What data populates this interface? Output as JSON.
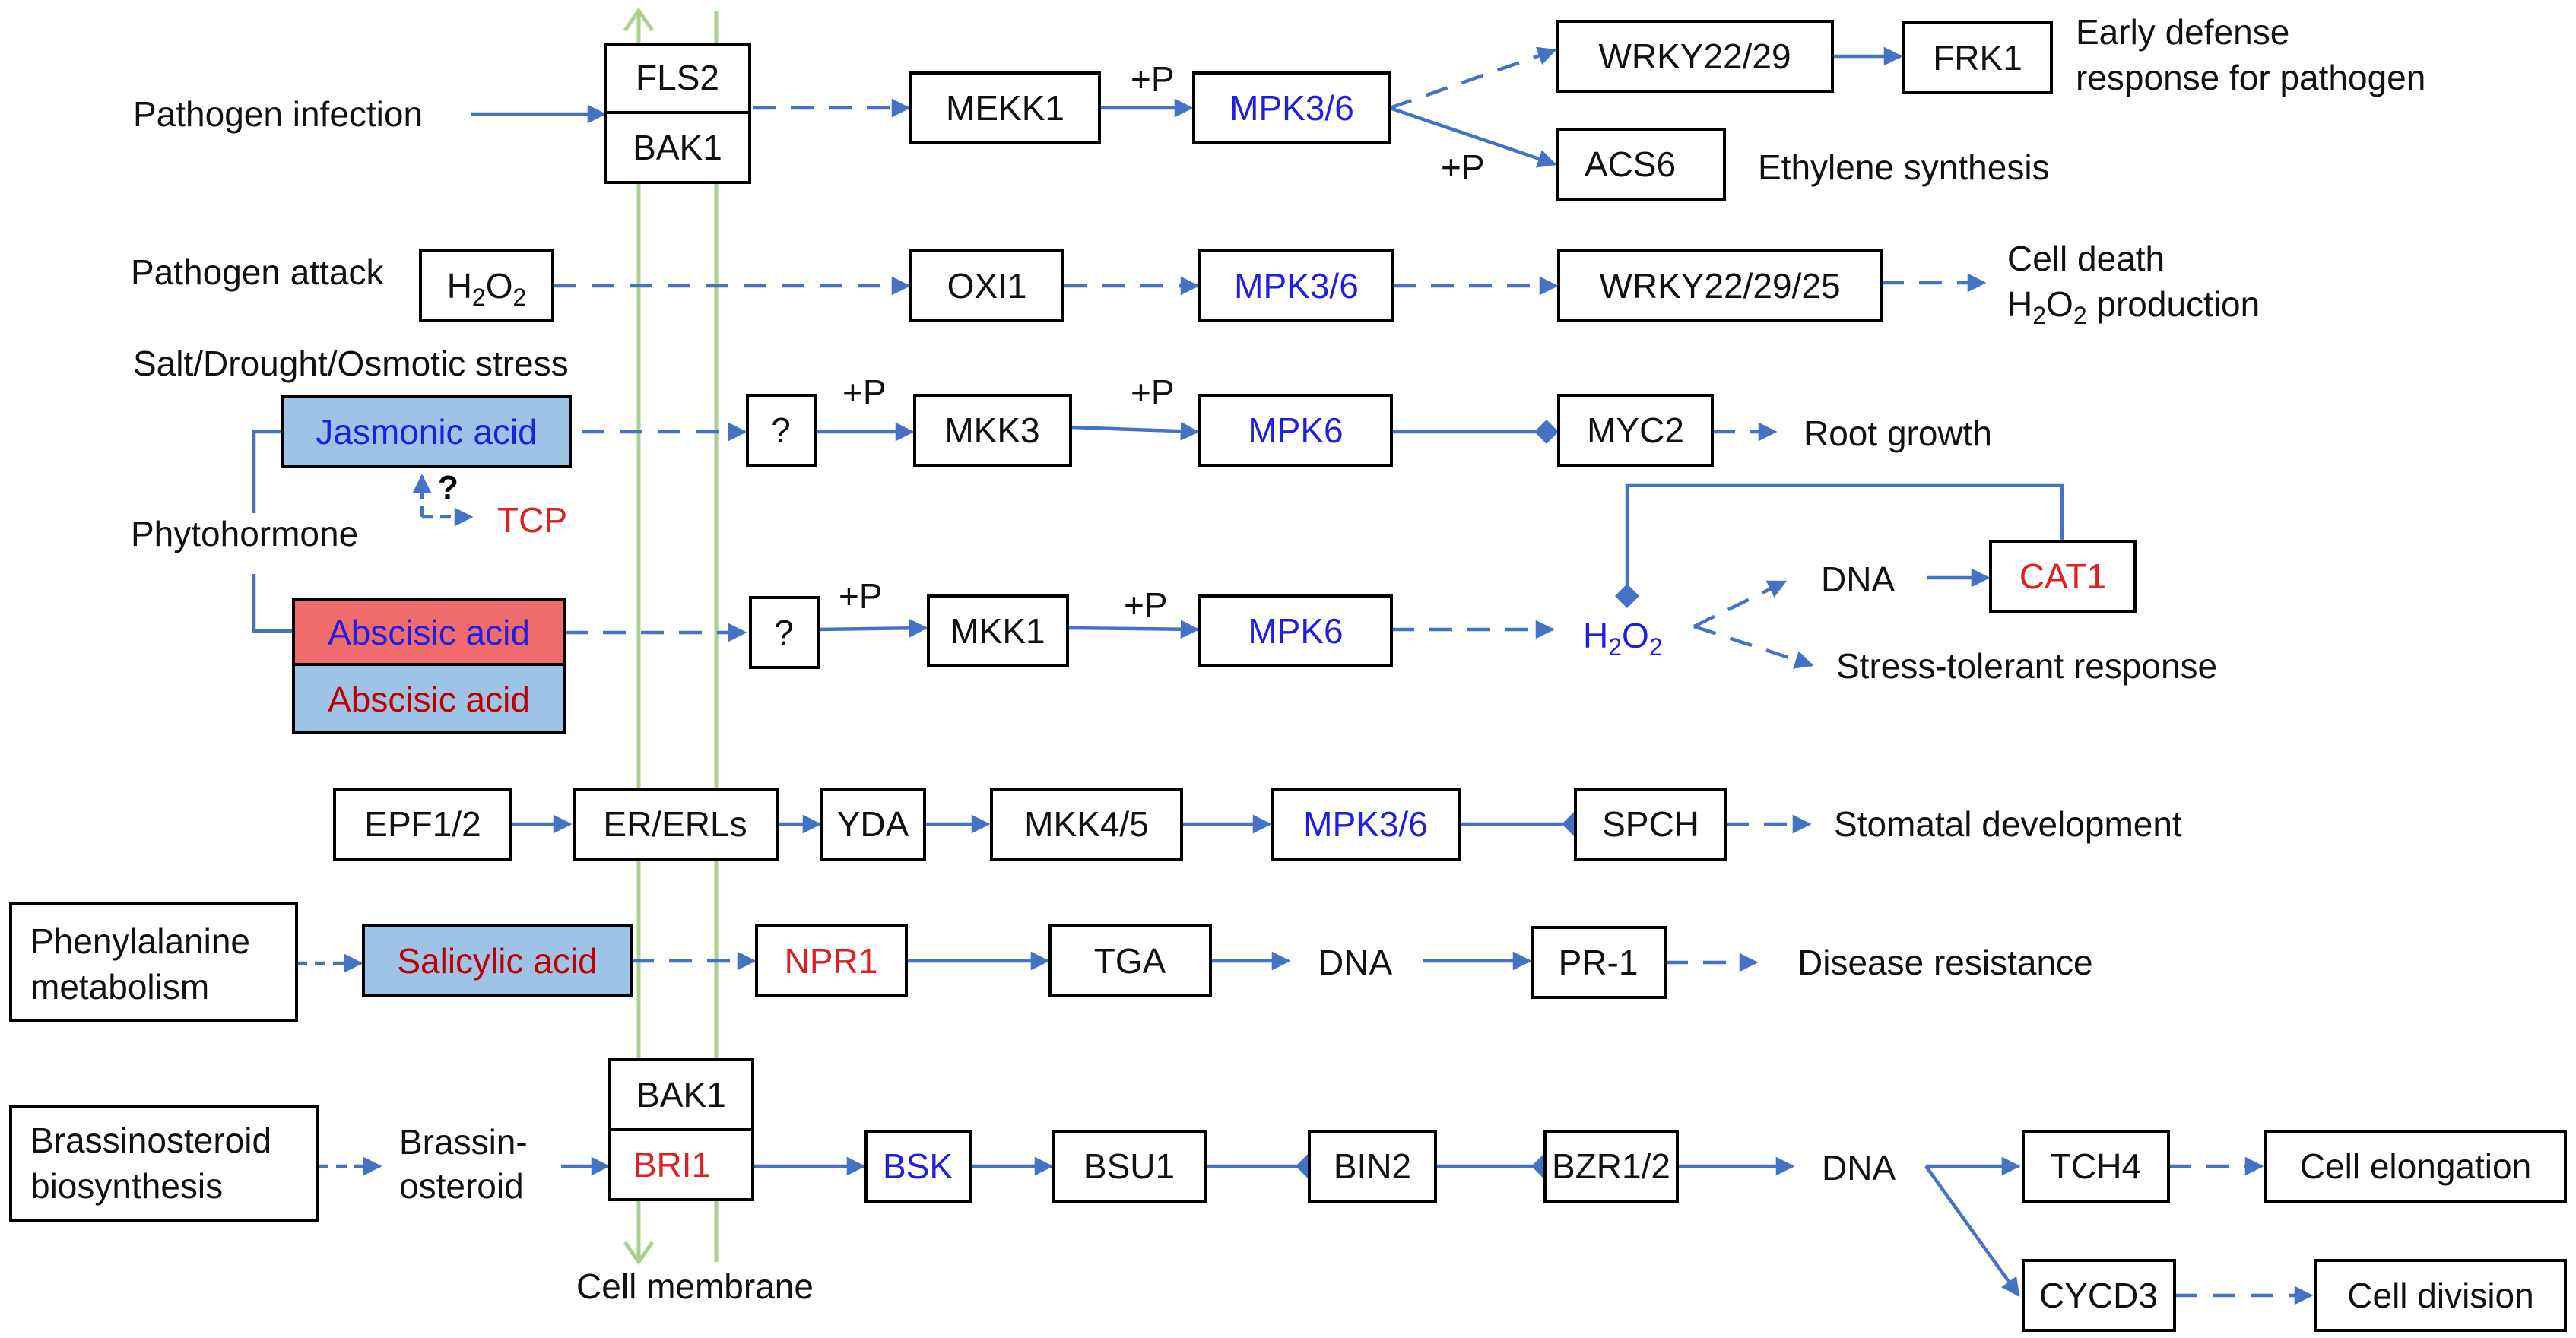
{
  "colors": {
    "arrow": "#4472C4",
    "membrane": "#A9D18E",
    "blue_text": "#1F1FE0",
    "red_text": "#E02020",
    "dark_red_text": "#C00000",
    "fill_blue": "#9DC3E6",
    "fill_red": "#F06C6C"
  },
  "labels": {
    "pathogen_infection": "Pathogen infection",
    "fls2": "FLS2",
    "bak1_top": "BAK1",
    "mekk1": "MEKK1",
    "p1": "+P",
    "mpk36_a": "MPK3/6",
    "wrky2229": "WRKY22/29",
    "frk1": "FRK1",
    "early_defense_1": "Early defense",
    "early_defense_2": "response for pathogen",
    "p2": "+P",
    "acs6": "ACS6",
    "ethylene": "Ethylene synthesis",
    "pathogen_attack": "Pathogen attack",
    "h2o2_box": {
      "base": "H",
      "sub1": "2",
      "mid": "O",
      "sub2": "2"
    },
    "oxi1": "OXI1",
    "mpk36_b": "MPK3/6",
    "wrky222925": "WRKY22/29/25",
    "cell_death": "Cell death",
    "h2o2_production": {
      "base": "H",
      "sub1": "2",
      "mid": "O",
      "sub2": "2",
      "rest": " production"
    },
    "salt_stress": "Salt/Drought/Osmotic stress",
    "jasmonic_acid": "Jasmonic acid",
    "q1": "?",
    "p3": "+P",
    "mkk3": "MKK3",
    "p4": "+P",
    "mpk6_a": "MPK6",
    "myc2": "MYC2",
    "root_growth": "Root growth",
    "qmark_bold": "?",
    "tcp": "TCP",
    "phytohormone": "Phytohormone",
    "dna_1": "DNA",
    "cat1": "CAT1",
    "abscisic_acid_1": "Abscisic acid",
    "abscisic_acid_2": "Abscisic acid",
    "q2": "?",
    "p5": "+P",
    "mkk1": "MKK1",
    "p6": "+P",
    "mpk6_b": "MPK6",
    "h2o2_mid": {
      "base": "H",
      "sub1": "2",
      "mid": "O",
      "sub2": "2"
    },
    "stress_tolerant": "Stress-tolerant response",
    "epf12": "EPF1/2",
    "er_erls": "ER/ERLs",
    "yda": "YDA",
    "mkk45": "MKK4/5",
    "mpk36_c": "MPK3/6",
    "spch": "SPCH",
    "stomatal": "Stomatal development",
    "phenylalanine_1": "Phenylalanine",
    "phenylalanine_2": "metabolism",
    "salicylic_acid": "Salicylic acid",
    "npr1": "NPR1",
    "tga": "TGA",
    "dna_2": "DNA",
    "pr1": "PR-1",
    "disease_resistance": "Disease resistance",
    "bak1_bottom": "BAK1",
    "brassinosteroid_bio_1": "Brassinosteroid",
    "brassinosteroid_bio_2": "biosynthesis",
    "brassin_1": "Brassin-",
    "brassin_2": "osteroid",
    "bri1": "BRI1",
    "bsk": "BSK",
    "bsu1": "BSU1",
    "bin2": "BIN2",
    "bzr12": "BZR1/2",
    "dna_3": "DNA",
    "tch4": "TCH4",
    "cell_elongation": "Cell elongation",
    "cycd3": "CYCD3",
    "cell_division": "Cell division",
    "cell_membrane": "Cell membrane"
  }
}
